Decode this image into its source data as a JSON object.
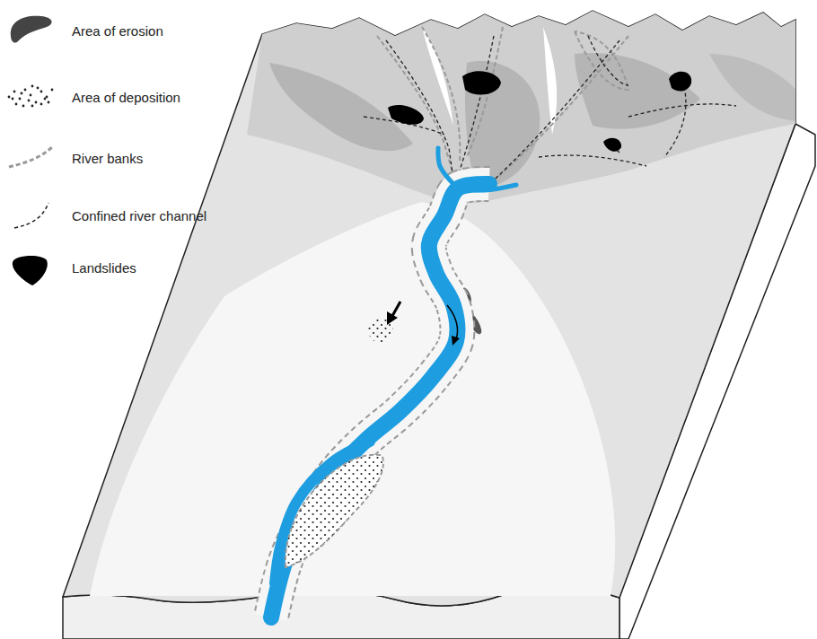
{
  "diagram": {
    "legend": [
      {
        "text": "Area of erosion"
      },
      {
        "text": "Area of deposition"
      },
      {
        "text": "River banks"
      },
      {
        "text": "Confined river channel"
      },
      {
        "text": "Landslides"
      }
    ]
  }
}
